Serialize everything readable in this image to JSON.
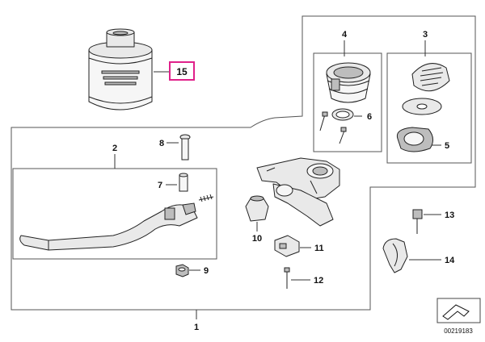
{
  "diagram": {
    "callouts": {
      "c1": "1",
      "c2": "2",
      "c3": "3",
      "c4": "4",
      "c5": "5",
      "c6": "6",
      "c7": "7",
      "c8": "8",
      "c9": "9",
      "c10": "10",
      "c11": "11",
      "c12": "12",
      "c13": "13",
      "c14": "14",
      "c15": "15"
    },
    "highlight_color": "#e0218a",
    "document_number": "00219183"
  }
}
